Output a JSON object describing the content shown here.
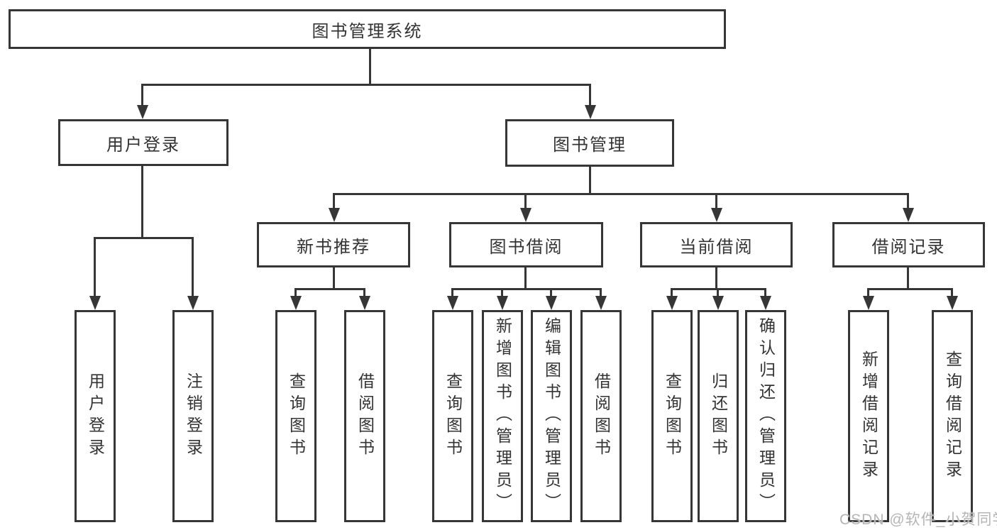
{
  "diagram_title": "图书管理系统",
  "colors": {
    "line": "#363636",
    "text": "#333333",
    "background": "#ffffff",
    "watermark": "#b5b5b5"
  },
  "nodes": {
    "root": {
      "label": "图书管理系统"
    },
    "level2": [
      {
        "label": "用户登录"
      },
      {
        "label": "图书管理"
      }
    ],
    "level3": [
      {
        "label": "新书推荐"
      },
      {
        "label": "图书借阅"
      },
      {
        "label": "当前借阅"
      },
      {
        "label": "借阅记录"
      }
    ],
    "leaves": [
      {
        "label": "用户登录"
      },
      {
        "label": "注销登录"
      },
      {
        "label": "查询图书"
      },
      {
        "label": "借阅图书"
      },
      {
        "label": "查询图书"
      },
      {
        "label": "新增图书（管理员）"
      },
      {
        "label": "编辑图书（管理员）"
      },
      {
        "label": "借阅图书"
      },
      {
        "label": "查询图书"
      },
      {
        "label": "归还图书"
      },
      {
        "label": "确认归还（管理员）"
      },
      {
        "label": "新增借阅记录"
      },
      {
        "label": "查询借阅记录"
      }
    ]
  },
  "watermark": {
    "text": "CSDN @软件_小贺同学"
  },
  "chart_data": {
    "type": "tree",
    "title": "图书管理系统",
    "hierarchy": {
      "图书管理系统": {
        "用户登录": [
          "用户登录",
          "注销登录"
        ],
        "图书管理": {
          "新书推荐": [
            "查询图书",
            "借阅图书"
          ],
          "图书借阅": [
            "查询图书",
            "新增图书（管理员）",
            "编辑图书（管理员）",
            "借阅图书"
          ],
          "当前借阅": [
            "查询图书",
            "归还图书",
            "确认归还（管理员）"
          ],
          "借阅记录": [
            "新增借阅记录",
            "查询借阅记录"
          ]
        }
      }
    }
  }
}
